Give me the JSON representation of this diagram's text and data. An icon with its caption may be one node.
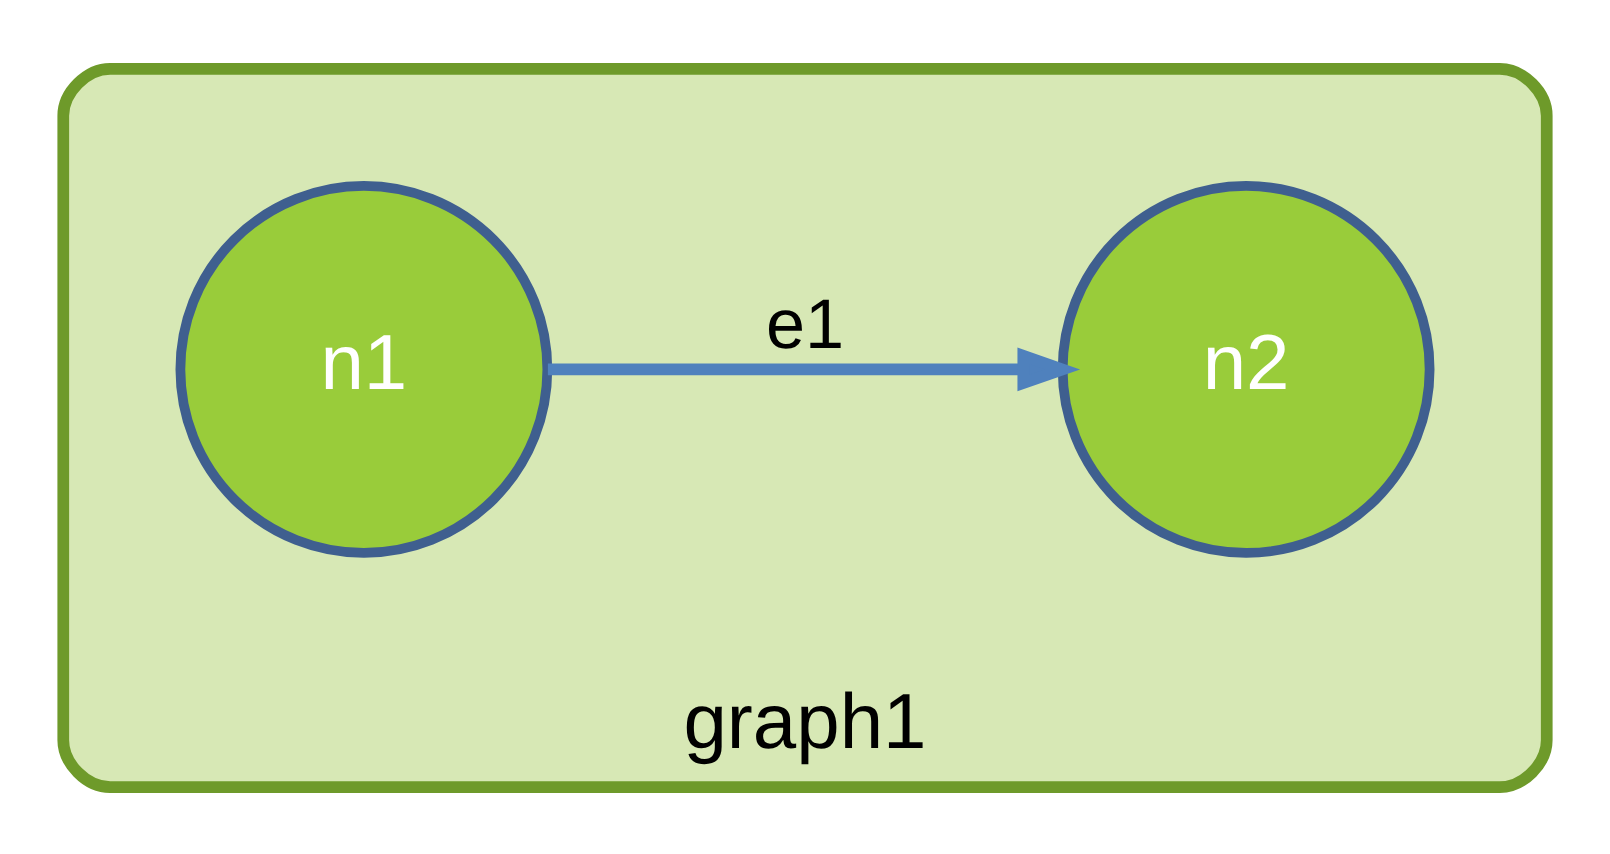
{
  "diagram": {
    "nodes": [
      {
        "text": [
          "graph1"
        ]
      },
      {
        "text": [
          "n1"
        ],
        "in": 0
      },
      {
        "text": [
          "n2"
        ],
        "in": 0
      }
    ],
    "edges": [
      {
        "from": 1,
        "to": 2,
        "arrow": "to",
        "label": "e1"
      }
    ]
  }
}
